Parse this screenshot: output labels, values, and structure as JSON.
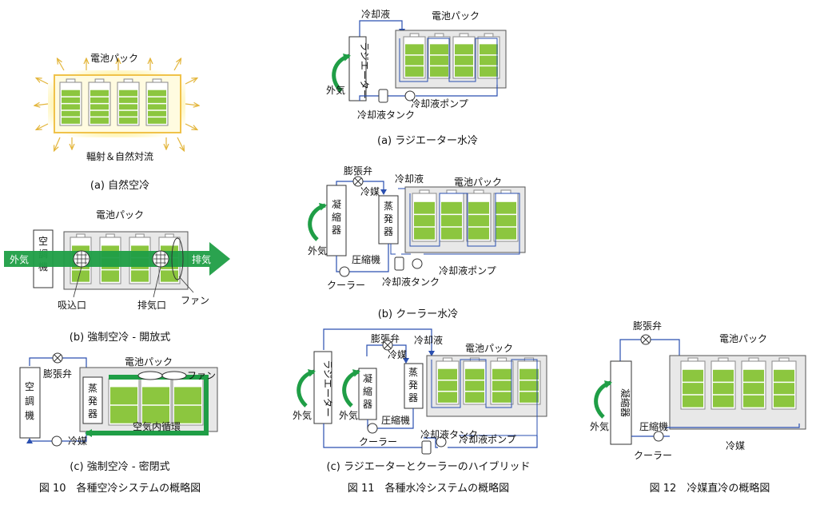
{
  "colors": {
    "cell_fill": "#8cc63f",
    "cell_border": "#8a8a8a",
    "pack_fill": "#e8e8e8",
    "arrow_green": "#1f9e46",
    "pipe_blue": "#2a4fb0",
    "glow": "#fff3a8",
    "heat_arrow": "#e3b53a"
  },
  "fig10": {
    "caption": "図 10　各種空冷システムの概略図",
    "a": {
      "pack": "電池パック",
      "rad": "輻射＆自然対流",
      "caption": "(a)  自然空冷"
    },
    "b": {
      "pack": "電池パック",
      "ac": "空調機",
      "outside": "外気",
      "exhaust": "排気",
      "inlet": "吸込口",
      "outlet": "排気口",
      "fan": "ファン",
      "caption": "(b)  強制空冷 - 開放式"
    },
    "c": {
      "ac": "空調機",
      "valve": "膨張弁",
      "pack": "電池パック",
      "fan": "ファン",
      "evap": "蒸発器",
      "circ": "空気内循環",
      "refrig": "冷媒",
      "caption": "(c)  強制空冷 - 密閉式"
    }
  },
  "fig11": {
    "caption": "図 11　各種水冷システムの概略図",
    "a": {
      "coolant": "冷却液",
      "pack": "電池パック",
      "radiator": "ラジエーター",
      "outside": "外気",
      "tank": "冷却液タンク",
      "pump": "冷却液ポンプ",
      "caption": "(a)  ラジエーター水冷"
    },
    "b": {
      "valve": "膨張弁",
      "coolant": "冷却液",
      "pack": "電池パック",
      "refrig": "冷媒",
      "condenser": "凝縮器",
      "evap": "蒸発器",
      "outside": "外気",
      "compressor": "圧縮機",
      "pump": "冷却液ポンプ",
      "cooler": "クーラー",
      "tank": "冷却液タンク",
      "caption": "(b)  クーラー水冷"
    },
    "c": {
      "valve": "膨張弁",
      "coolant": "冷却液",
      "pack": "電池パック",
      "refrig": "冷媒",
      "radiator": "ラジエーター",
      "condenser": "凝縮器",
      "evap": "蒸発器",
      "outside1": "外気",
      "outside2": "外気",
      "compressor": "圧縮機",
      "cooler": "クーラー",
      "tank": "冷却液タンク",
      "pump": "冷却液ポンプ",
      "caption": "(c)  ラジエーターとクーラーのハイブリッド"
    }
  },
  "fig12": {
    "caption": "図 12　冷媒直冷の概略図",
    "valve": "膨張弁",
    "pack": "電池パック",
    "outside": "外気",
    "condenser": "凝縮器",
    "compressor": "圧縮機",
    "cooler": "クーラー",
    "refrig": "冷媒"
  }
}
